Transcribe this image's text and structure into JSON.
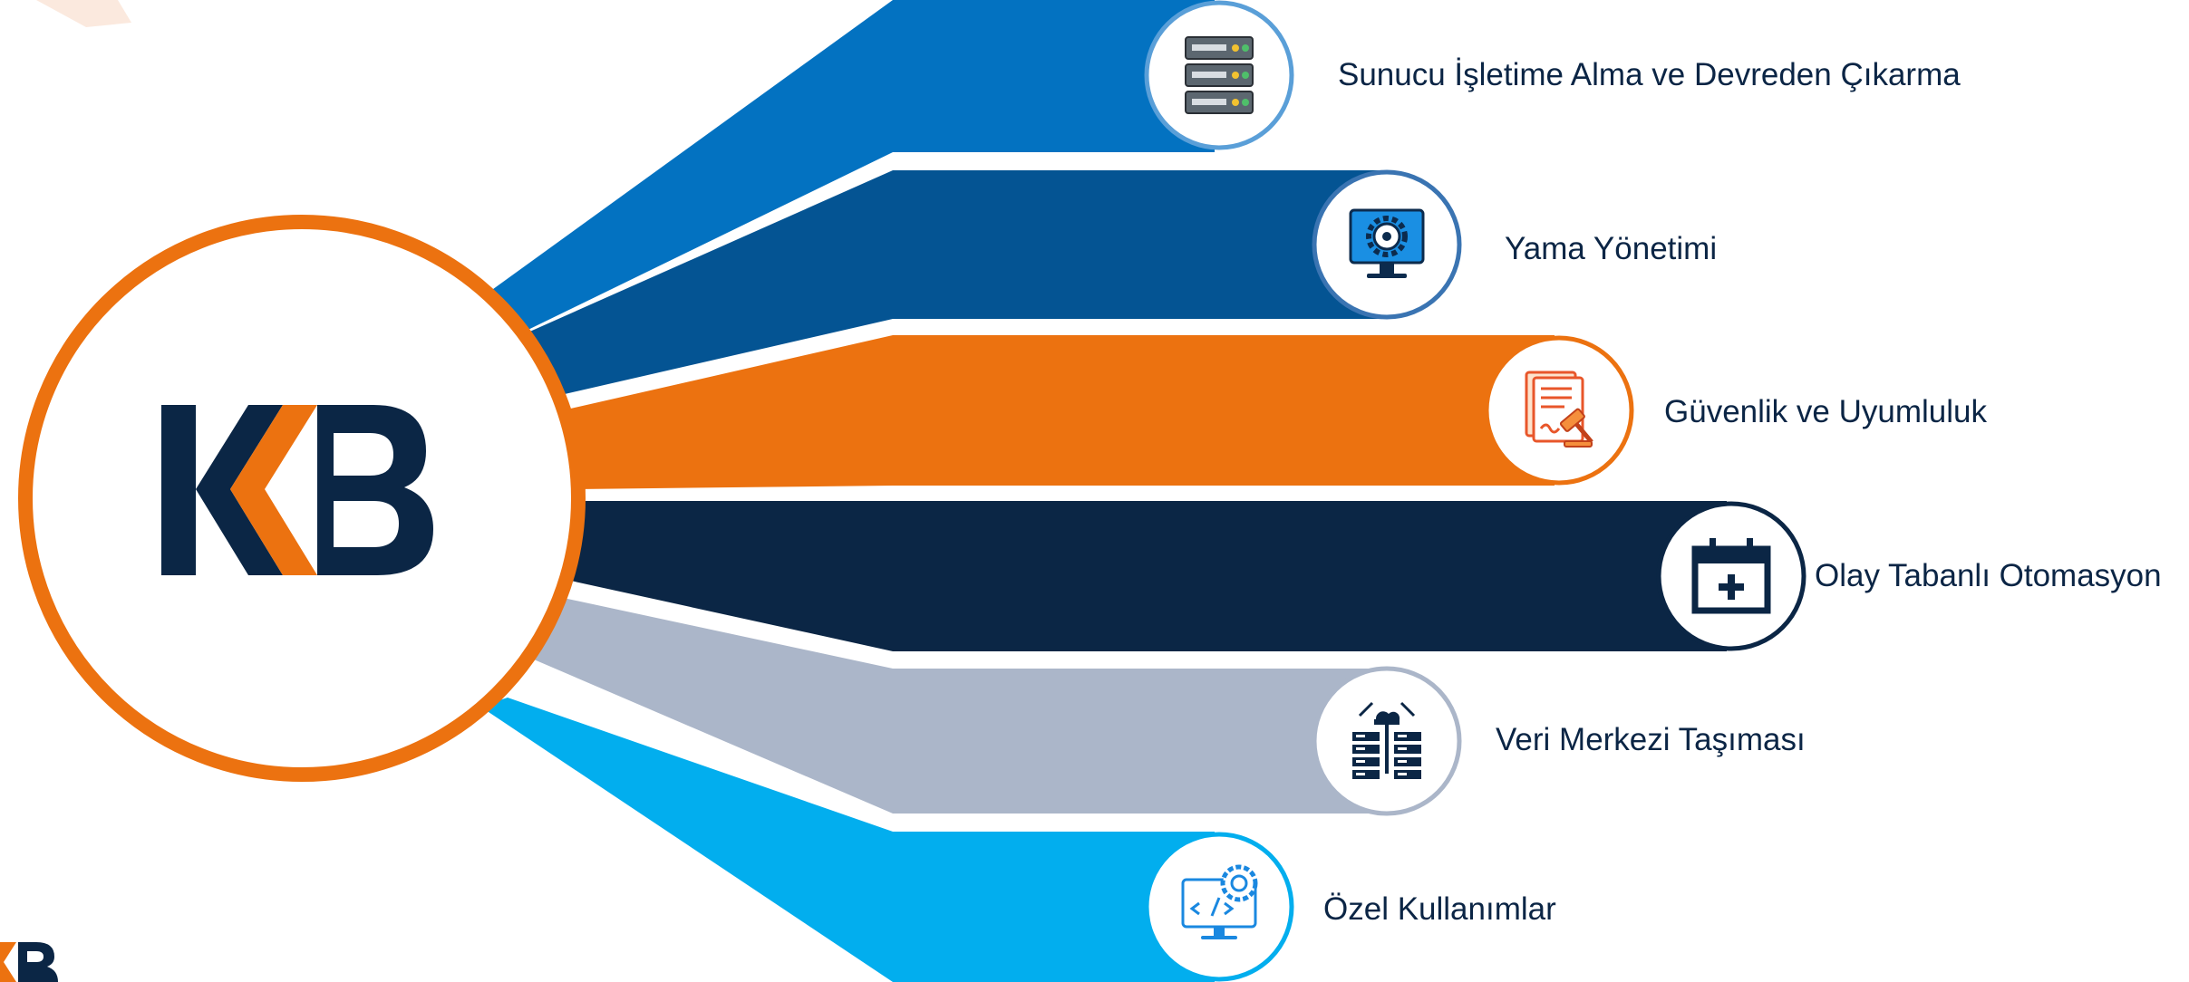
{
  "logo": {
    "text_left": "K",
    "text_right": "B"
  },
  "colors": {
    "orange": "#EC7210",
    "navy": "#0B2645",
    "blue": "#0372C1",
    "dark_blue": "#045493",
    "gray_blue": "#ABB6C9",
    "sky_blue": "#02AEEE"
  },
  "items": [
    {
      "label": "Sunucu İşletime Alma ve Devreden Çıkarma",
      "icon": "server-rack-icon",
      "color": "#0372C1"
    },
    {
      "label": "Yama Yönetimi",
      "icon": "monitor-gear-icon",
      "color": "#045493"
    },
    {
      "label": "Güvenlik ve Uyumluluk",
      "icon": "document-gavel-icon",
      "color": "#EC7210"
    },
    {
      "label": "Olay Tabanlı Otomasyon",
      "icon": "calendar-plus-icon",
      "color": "#0B2645"
    },
    {
      "label": "Veri Merkezi Taşıması",
      "icon": "cloud-servers-icon",
      "color": "#ABB6C9"
    },
    {
      "label": "Özel Kullanımlar",
      "icon": "code-settings-icon",
      "color": "#02AEEE"
    }
  ]
}
